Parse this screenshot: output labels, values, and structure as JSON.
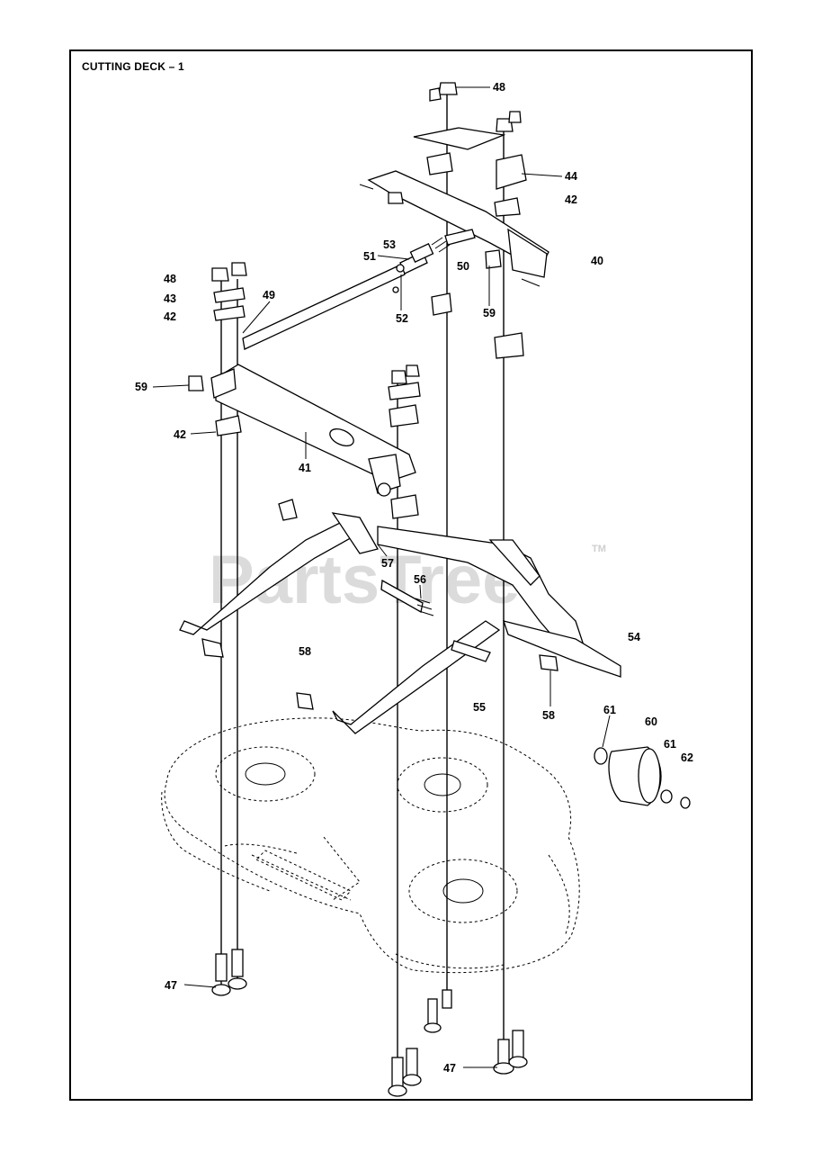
{
  "title": "CUTTING DECK – 1",
  "watermark": "PartsTree",
  "trademark": "TM",
  "callouts": [
    {
      "id": "48-top",
      "label": "48"
    },
    {
      "id": "44",
      "label": "44"
    },
    {
      "id": "42-right",
      "label": "42"
    },
    {
      "id": "53",
      "label": "53"
    },
    {
      "id": "51",
      "label": "51"
    },
    {
      "id": "50",
      "label": "50"
    },
    {
      "id": "40",
      "label": "40"
    },
    {
      "id": "59-right",
      "label": "59"
    },
    {
      "id": "52",
      "label": "52"
    },
    {
      "id": "48-left",
      "label": "48"
    },
    {
      "id": "43",
      "label": "43"
    },
    {
      "id": "42-left",
      "label": "42"
    },
    {
      "id": "49",
      "label": "49"
    },
    {
      "id": "59-left",
      "label": "59"
    },
    {
      "id": "42-mid",
      "label": "42"
    },
    {
      "id": "41",
      "label": "41"
    },
    {
      "id": "57",
      "label": "57"
    },
    {
      "id": "56",
      "label": "56"
    },
    {
      "id": "58-left",
      "label": "58"
    },
    {
      "id": "54",
      "label": "54"
    },
    {
      "id": "55",
      "label": "55"
    },
    {
      "id": "58-right",
      "label": "58"
    },
    {
      "id": "61-a",
      "label": "61"
    },
    {
      "id": "60",
      "label": "60"
    },
    {
      "id": "61-b",
      "label": "61"
    },
    {
      "id": "62",
      "label": "62"
    },
    {
      "id": "47-left",
      "label": "47"
    },
    {
      "id": "47-right",
      "label": "47"
    }
  ]
}
